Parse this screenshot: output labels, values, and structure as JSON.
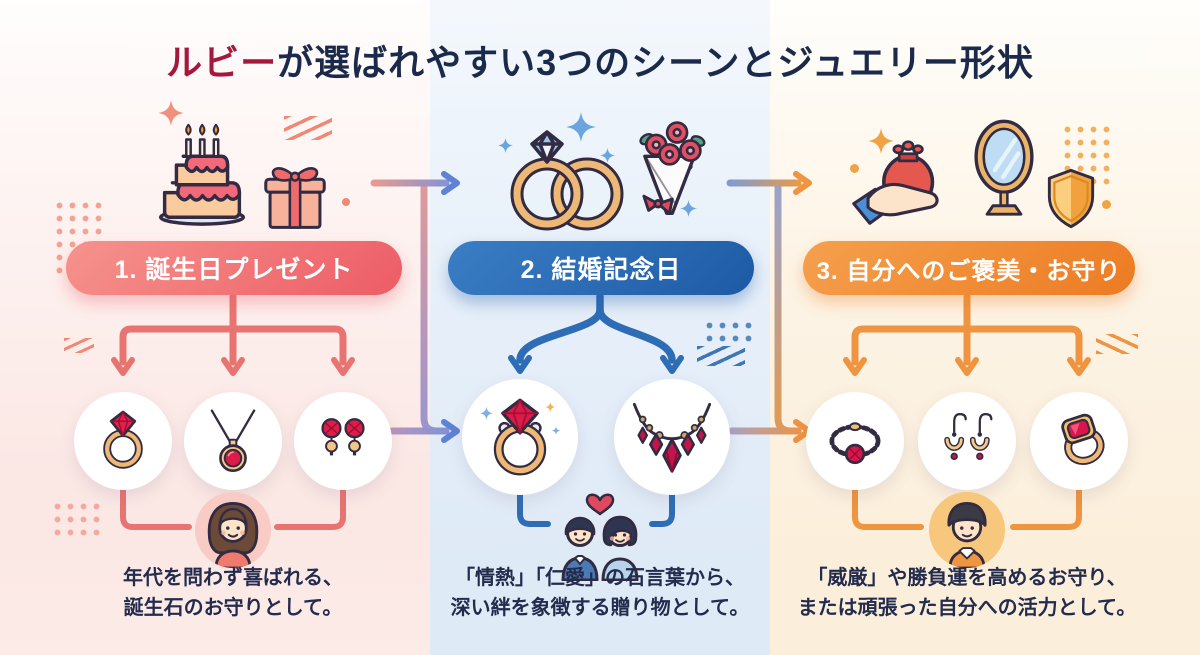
{
  "title": {
    "highlight": "ルビー",
    "rest": "が選ばれやすい3つのシーンとジュエリー形状",
    "highlight_color": "#a5173c",
    "text_color": "#1b2a4a"
  },
  "columns": [
    {
      "banner": "1. 誕生日プレゼント",
      "accent_color": "#e87472",
      "banner_gradient": [
        "#f6938c",
        "#ed5c66"
      ],
      "scene_icons": [
        "birthday-cake-icon",
        "gift-box-icon"
      ],
      "jewelry_icons": [
        "ruby-ring-icon",
        "ruby-pendant-icon",
        "ruby-stud-earrings-icon"
      ],
      "persona_icon": "woman-avatar-icon",
      "description": [
        "年代を問わず喜ばれる、",
        "誕生石のお守りとして。"
      ]
    },
    {
      "banner": "2. 結婚記念日",
      "accent_color": "#2e6db5",
      "banner_gradient": [
        "#3b7ec4",
        "#1d5aa5"
      ],
      "scene_icons": [
        "wedding-rings-icon",
        "bouquet-icon"
      ],
      "jewelry_icons": [
        "ruby-diamond-ring-icon",
        "ruby-necklace-icon"
      ],
      "persona_icon": "couple-heart-icon",
      "description": [
        "「情熱」「仁愛」の石言葉から、",
        "深い絆を象徴する贈り物として。"
      ]
    },
    {
      "banner": "3. 自分へのご褒美・お守り",
      "accent_color": "#ef9440",
      "banner_gradient": [
        "#f5a04d",
        "#ec7b22"
      ],
      "scene_icons": [
        "hand-money-pouch-icon",
        "mirror-icon",
        "shield-icon"
      ],
      "jewelry_icons": [
        "ruby-bracelet-icon",
        "ruby-hook-earrings-icon",
        "ruby-signet-ring-icon"
      ],
      "persona_icon": "man-avatar-icon",
      "description": [
        "「威厳」や勝負運を高めるお守り、",
        "または頑張った自分への活力として。"
      ]
    }
  ],
  "ruby_color": "#d8164b",
  "gold_color": "#eeb877",
  "outline_color": "#332b42"
}
